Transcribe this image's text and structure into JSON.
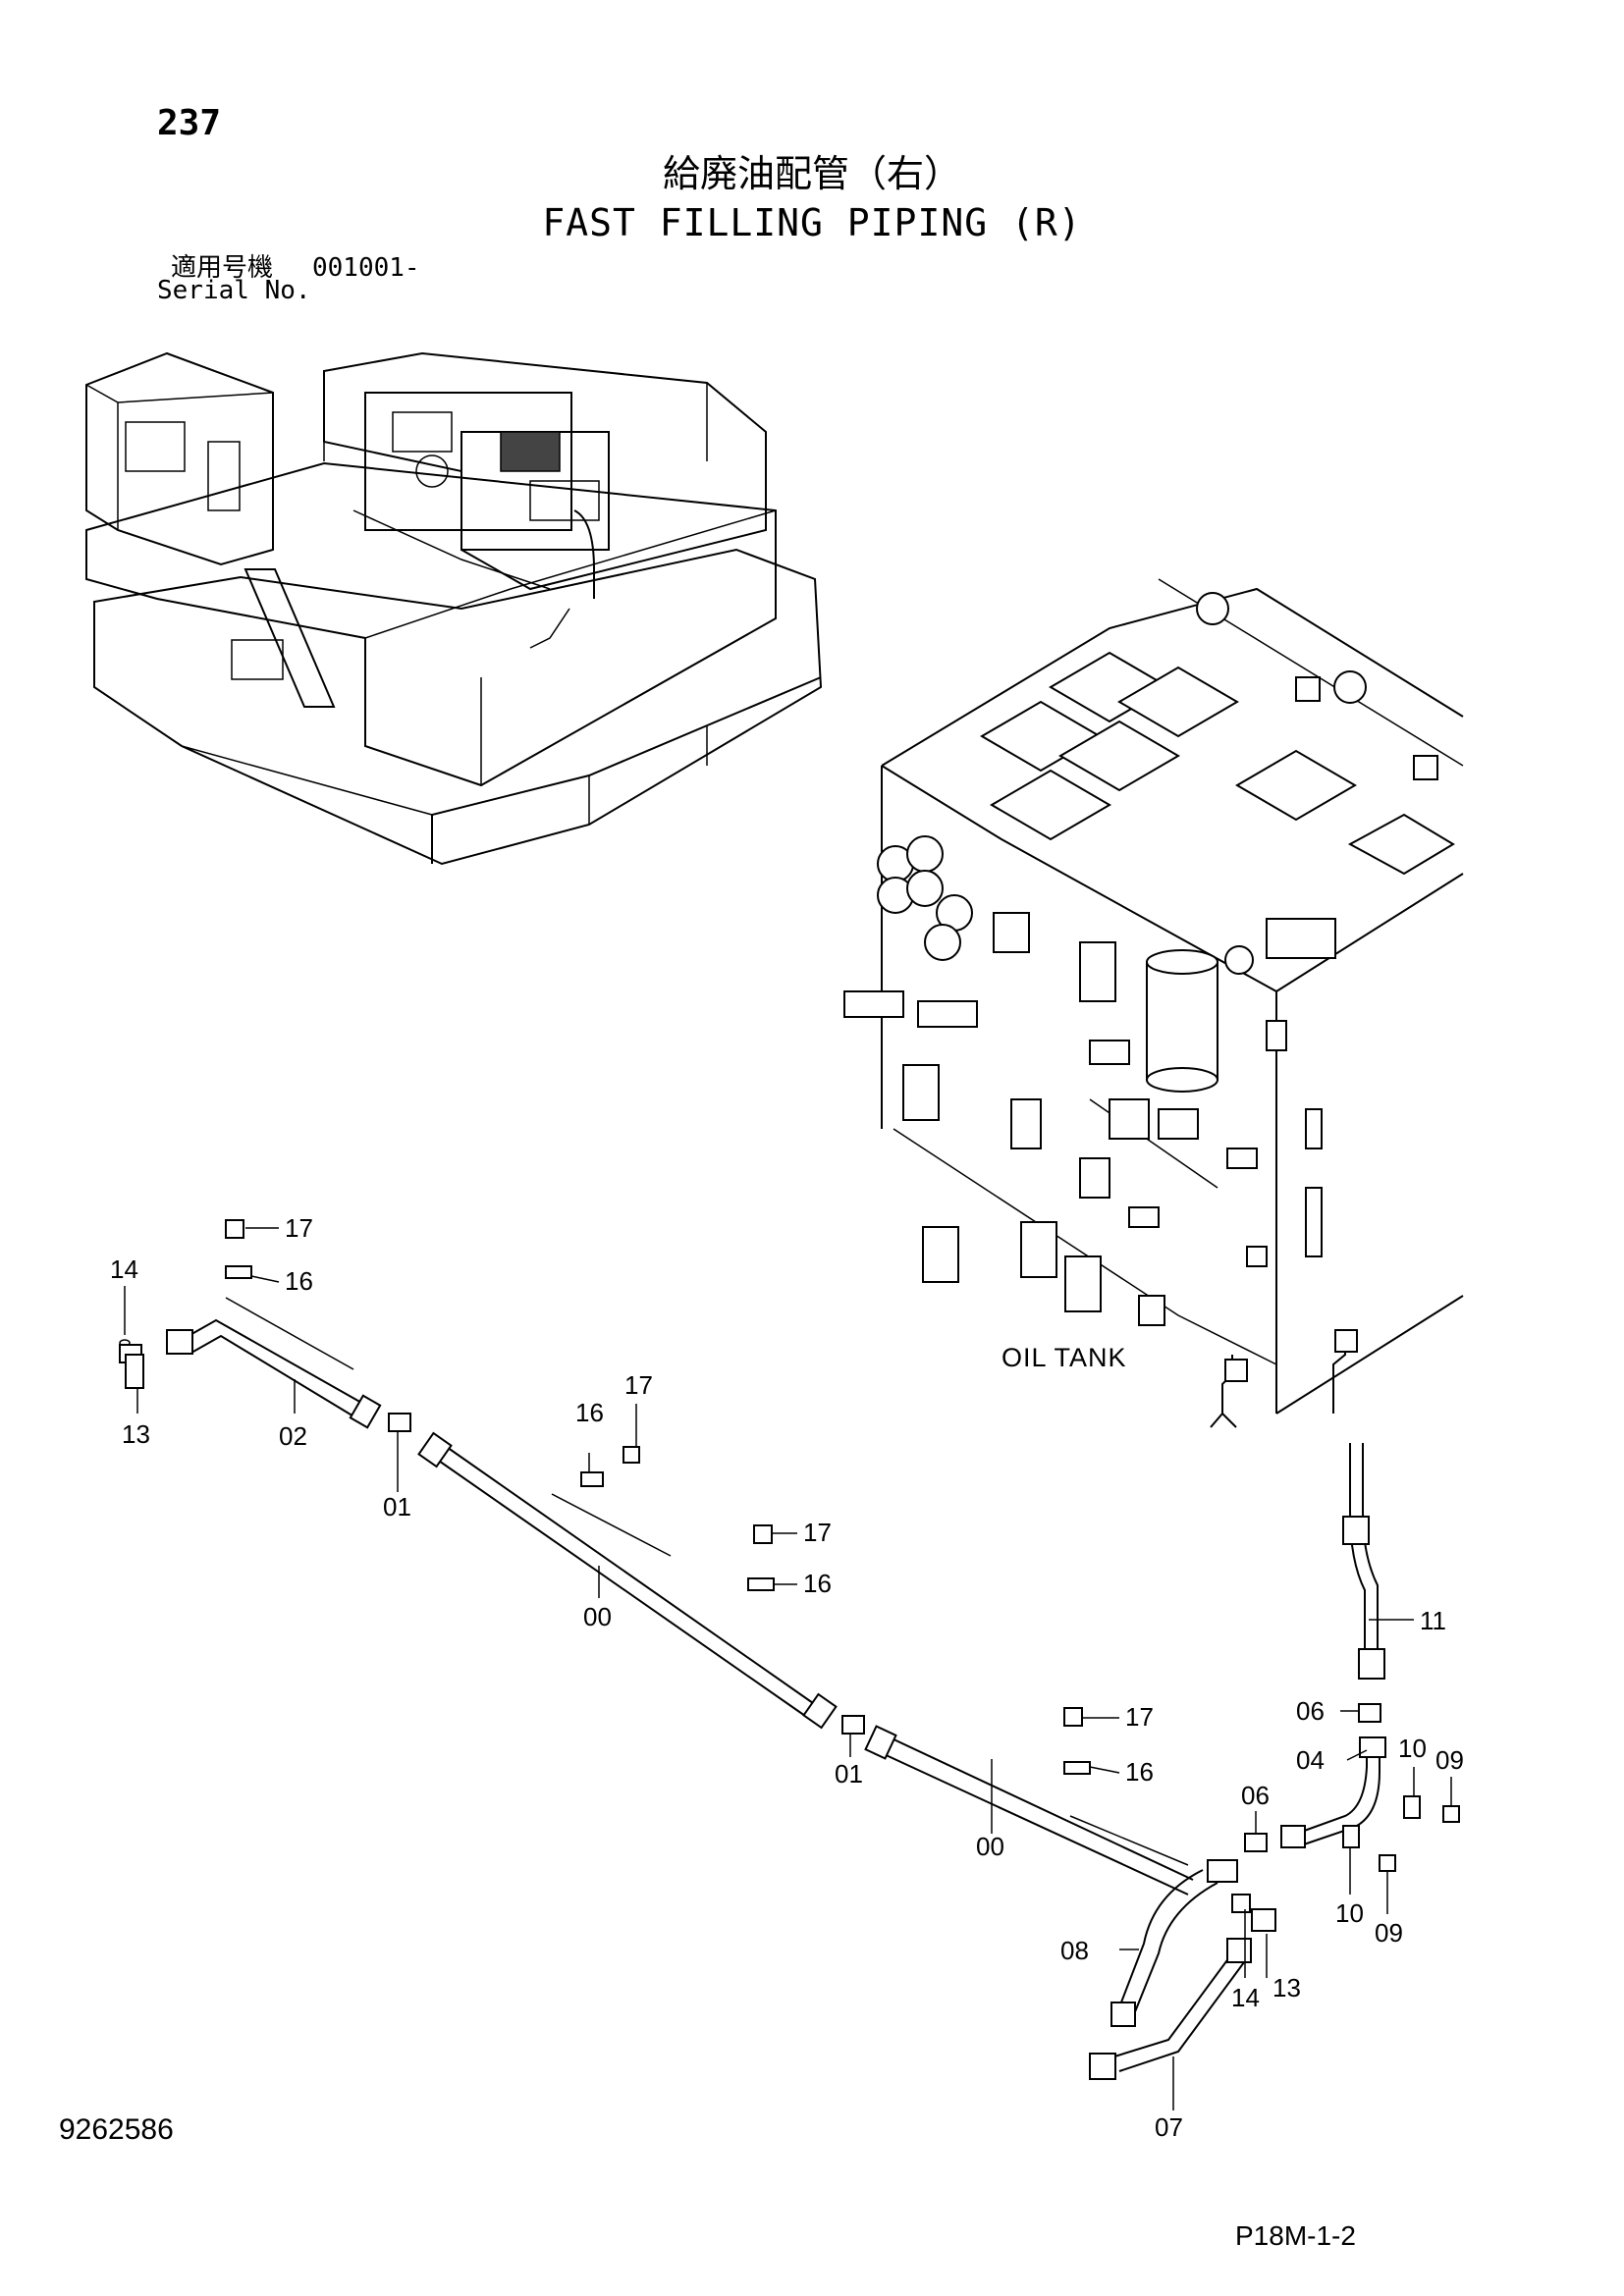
{
  "header": {
    "page_number": "237",
    "title_jp": "給廃油配管（右）",
    "title_en": "FAST FILLING PIPING (R)",
    "serial_label_jp": "適用号機",
    "serial_range": "001001-",
    "serial_label_en": "Serial No."
  },
  "diagram": {
    "tank_label": "OIL TANK",
    "callouts": {
      "c17a": "17",
      "c16a": "16",
      "c14a": "14",
      "c13a": "13",
      "c02": "02",
      "c01a": "01",
      "c16b": "16",
      "c17b": "17",
      "c00a": "00",
      "c17c": "17",
      "c16c": "16",
      "c01b": "01",
      "c17d": "17",
      "c16d": "16",
      "c00b": "00",
      "c11": "11",
      "c06a": "06",
      "c04": "04",
      "c10a": "10",
      "c09a": "09",
      "c06b": "06",
      "c10b": "10",
      "c09b": "09",
      "c08": "08",
      "c14b": "14",
      "c13b": "13",
      "c07": "07"
    }
  },
  "footer": {
    "doc_number": "9262586",
    "page_code": "P18M-1-2"
  }
}
